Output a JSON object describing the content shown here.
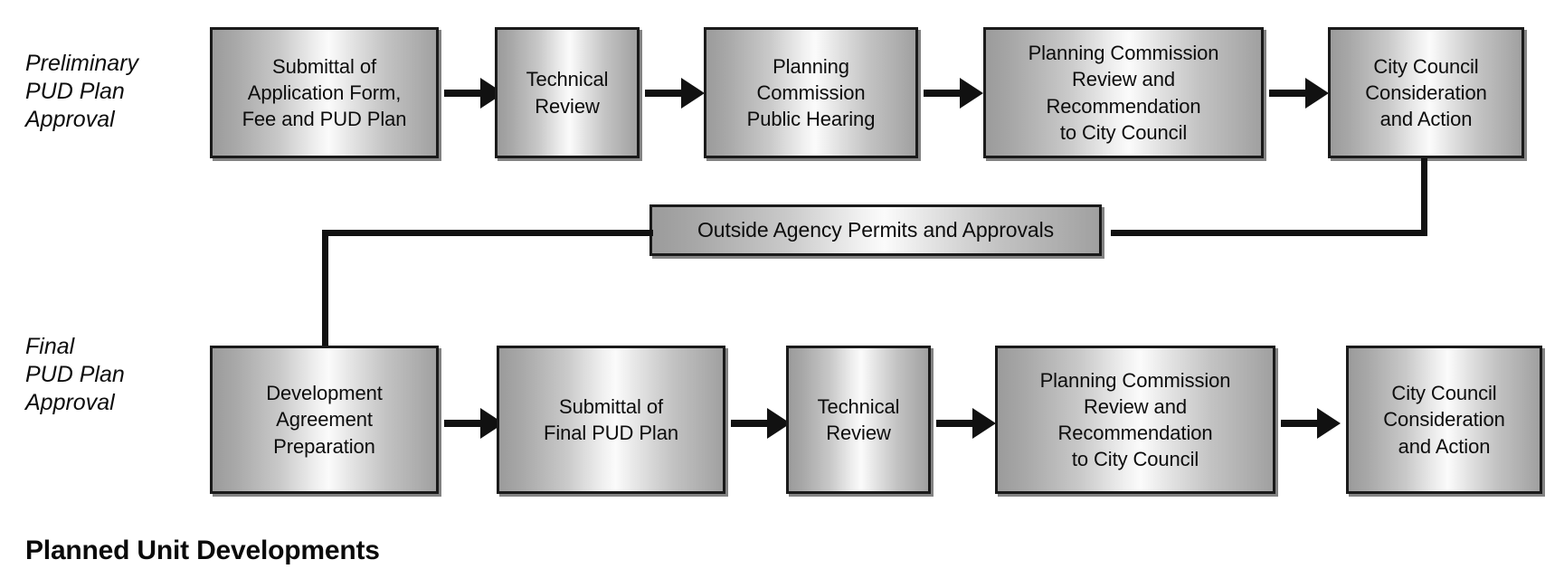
{
  "diagram": {
    "title": "Planned Unit Developments",
    "colors": {
      "box_border": "#1a1a1a",
      "box_fill_light": "#fbfbfb",
      "box_fill_dark": "#9b9b9b",
      "connector": "#111111",
      "text": "#0d0d0d",
      "background": "#ffffff"
    },
    "rows": [
      {
        "caption": "Preliminary\nPUD Plan\nApproval",
        "caption_name": "preliminary-pud-plan-approval-caption",
        "steps": [
          {
            "label": "Submittal of\nApplication Form,\nFee and PUD Plan",
            "name": "node-submittal-application-form"
          },
          {
            "label": "Technical\nReview",
            "name": "node-technical-review-preliminary"
          },
          {
            "label": "Planning\nCommission\nPublic Hearing",
            "name": "node-planning-commission-public-hearing"
          },
          {
            "label": "Planning Commission\nReview and\nRecommendation\nto City Council",
            "name": "node-planning-commission-review-preliminary"
          },
          {
            "label": "City Council\nConsideration\nand Action",
            "name": "node-city-council-consideration-preliminary"
          }
        ]
      },
      {
        "caption": "Final\nPUD Plan\nApproval",
        "caption_name": "final-pud-plan-approval-caption",
        "steps": [
          {
            "label": "Development\nAgreement\nPreparation",
            "name": "node-development-agreement-preparation"
          },
          {
            "label": "Submittal of\nFinal PUD Plan",
            "name": "node-submittal-final-pud-plan"
          },
          {
            "label": "Technical\nReview",
            "name": "node-technical-review-final"
          },
          {
            "label": "Planning Commission\nReview and\nRecommendation\nto City Council",
            "name": "node-planning-commission-review-final"
          },
          {
            "label": "City Council\nConsideration\nand Action",
            "name": "node-city-council-consideration-final"
          }
        ]
      }
    ],
    "middle_node": {
      "label": "Outside Agency Permits and Approvals",
      "name": "node-outside-agency-permits-approvals"
    }
  }
}
